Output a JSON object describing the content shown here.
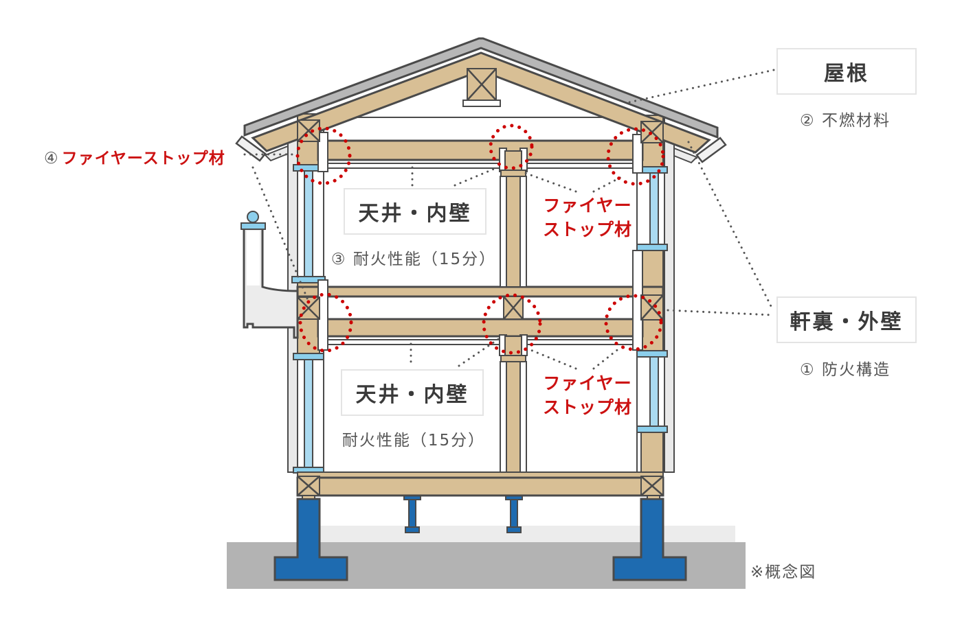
{
  "colors": {
    "wood": "#d8bf95",
    "roof_gray": "#b7b7b7",
    "outline": "#4a4a4a",
    "sill_blue": "#8ccfec",
    "stud_blue": "#aadaf0",
    "foundation_blue": "#1e6bb0",
    "ground_gray": "#b3b3b3",
    "ground_light": "#ececec",
    "accent_red": "#cc1111",
    "marker_red": "#cc0000",
    "label_text": "#3a3a3a",
    "caption_text": "#555555"
  },
  "labels": {
    "roof": {
      "title": "屋根",
      "caption": "② 不燃材料"
    },
    "firestop_callout": {
      "prefix": "④",
      "text": "ファイヤーストップ材"
    },
    "ceiling_upper": {
      "title": "天井・内壁",
      "caption": "③ 耐火性能（15分）"
    },
    "firestop_2f": {
      "line1": "ファイヤー",
      "line2": "ストップ材"
    },
    "eaves_wall": {
      "title": "軒裏・外壁",
      "caption": "① 防火構造"
    },
    "ceiling_lower": {
      "title": "天井・内壁",
      "caption": "耐火性能（15分）"
    },
    "firestop_1f": {
      "line1": "ファイヤー",
      "line2": "ストップ材"
    },
    "note": "※概念図"
  }
}
